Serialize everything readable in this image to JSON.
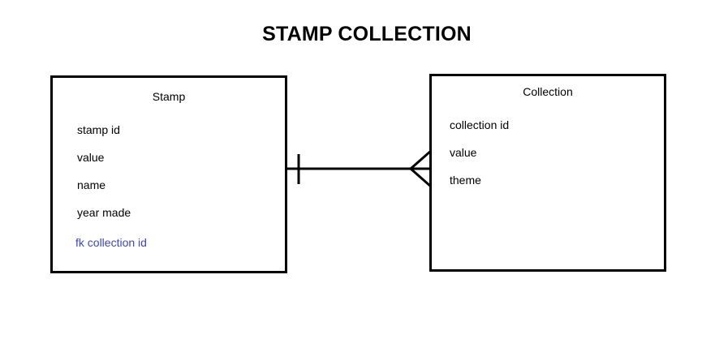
{
  "diagram": {
    "title": "STAMP COLLECTION",
    "entities": {
      "stamp": {
        "name": "Stamp",
        "attributes": [
          "stamp id",
          "value",
          "name",
          "year made"
        ],
        "foreign_key": "fk collection id"
      },
      "collection": {
        "name": "Collection",
        "attributes": [
          "collection id",
          "value",
          "theme"
        ]
      }
    },
    "relationship": {
      "from": "Stamp",
      "to": "Collection",
      "from_end": "one",
      "to_end": "many"
    },
    "colors": {
      "line": "#000000",
      "foreign_key_text": "#3c46c8"
    }
  }
}
